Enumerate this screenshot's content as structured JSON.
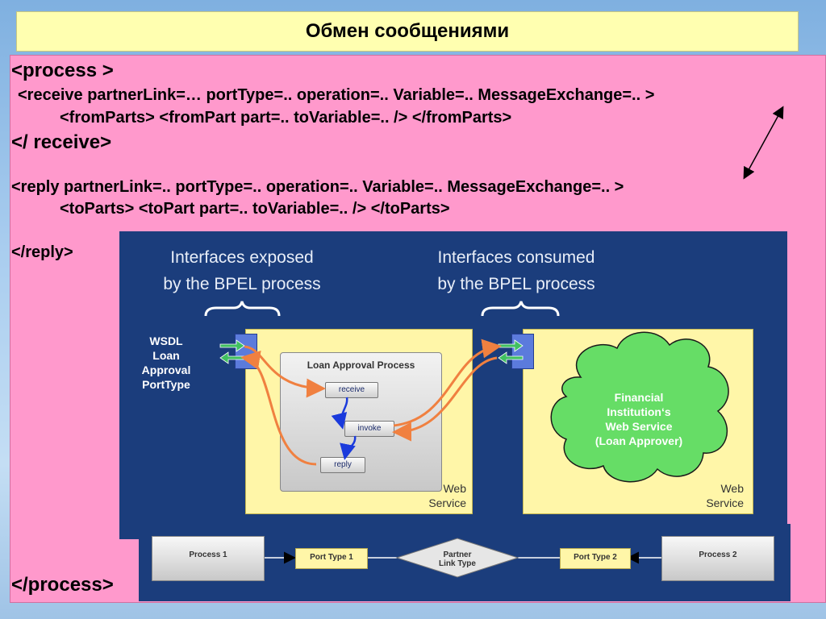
{
  "title": "Обмен сообщениями",
  "code": {
    "process_open": "<process >",
    "receive_open": "<receive  partnerLink=… portType=.. operation=.. Variable=.. MessageExchange=.. >",
    "from_parts": "<fromParts> <fromPart part=.. toVariable=.. /> </fromParts>",
    "receive_close": "</ receive>",
    "reply_open": "<reply partnerLink=.. portType=.. operation=.. Variable=.. MessageExchange=.. >",
    "to_parts": "<toParts> <toPart part=.. toVariable=.. /> </toParts>",
    "reply_close": "</reply>",
    "process_close": "</process>"
  },
  "diagram": {
    "heading_exposed": [
      "Interfaces exposed",
      "by the BPEL process"
    ],
    "heading_consumed": [
      "Interfaces consumed",
      "by the BPEL process"
    ],
    "wsdl_label": [
      "WSDL",
      "Loan",
      "Approval",
      "PortType"
    ],
    "process_title": "Loan Approval Process",
    "steps": {
      "receive": "receive",
      "invoke": "invoke",
      "reply": "reply"
    },
    "web_service_left": [
      "Web",
      "Service"
    ],
    "web_service_right": [
      "Web",
      "Service"
    ],
    "cloud_label": [
      "Financial",
      "Institution‘s",
      "Web Service",
      "(Loan Approver)"
    ]
  },
  "partner_strip": {
    "process1": "Process 1",
    "port_type1": "Port Type 1",
    "partner_link_type": [
      "Partner",
      "Link Type"
    ],
    "port_type2": "Port Type 2",
    "process2": "Process 2"
  },
  "colors": {
    "title_bg": "#ffffb0",
    "code_bg": "#ff99cc",
    "diagram_bg": "#1b3d7c",
    "web_service_bg": "#fff6a8",
    "cloud_fill": "#66dd66",
    "arrow_orange": "#f08040",
    "arrow_green": "#40c060"
  }
}
